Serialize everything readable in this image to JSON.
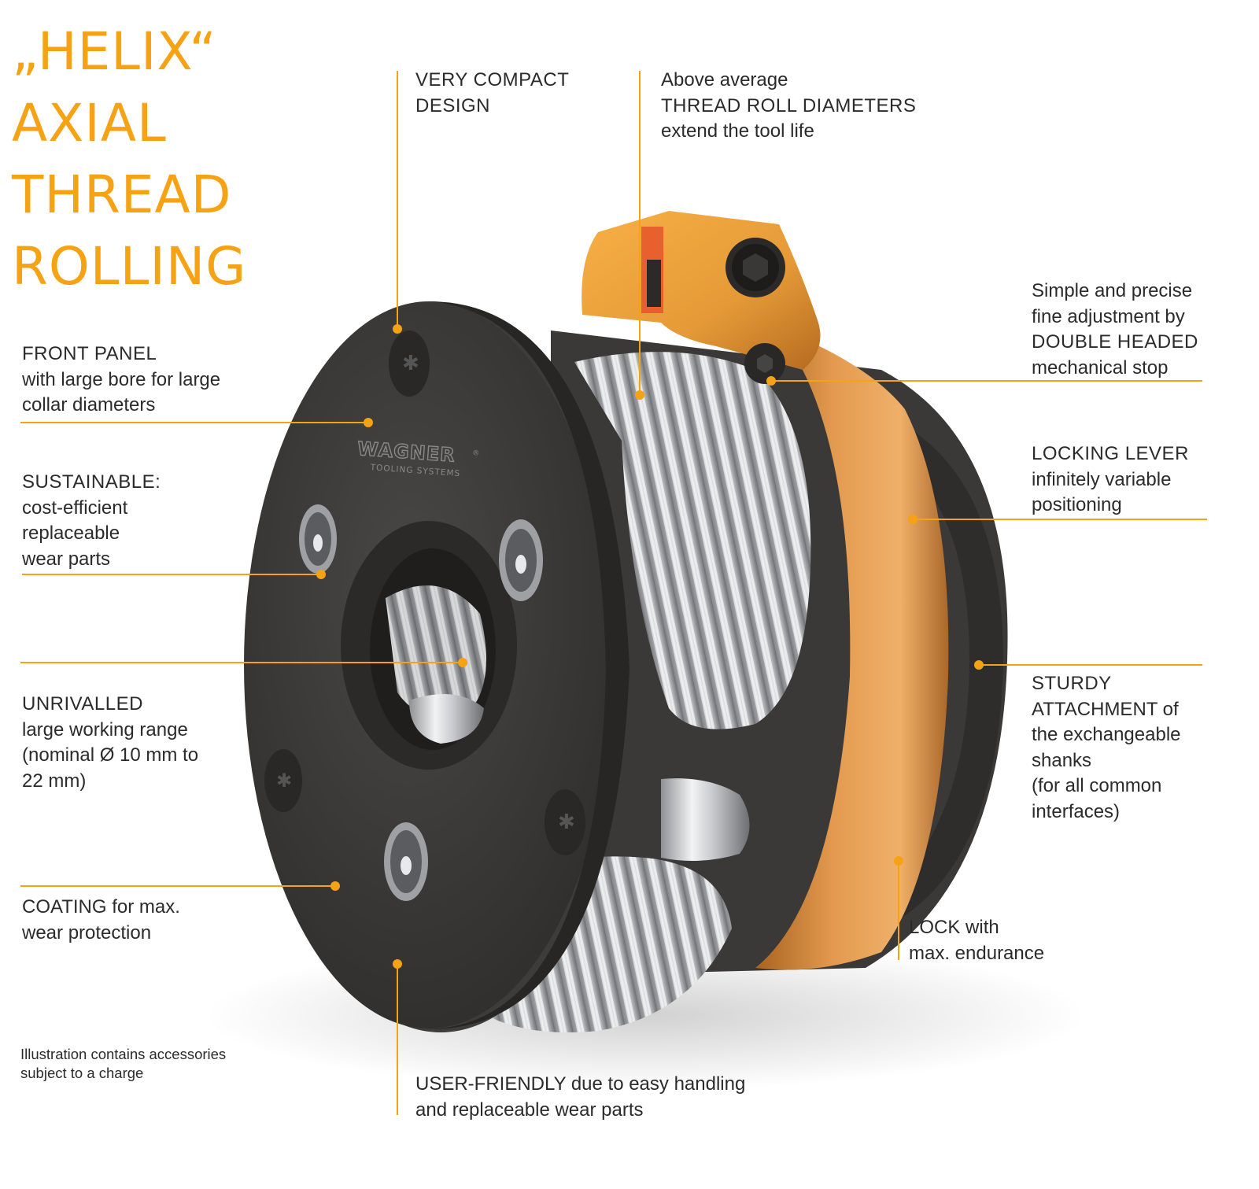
{
  "title": {
    "line1": "„HELIX“",
    "line2": "AXIAL",
    "line3": "THREAD",
    "line4": "ROLLING"
  },
  "brand": {
    "logo": "WAGNER",
    "logo_reg": "®",
    "tagline": "TOOLING SYSTEMS"
  },
  "callouts": {
    "compact": {
      "l1": "VERY COMPACT",
      "l2": "DESIGN"
    },
    "roll_diameters": {
      "l1": "Above average",
      "l2": "THREAD ROLL DIAMETERS",
      "l3": "extend the tool life"
    },
    "fine_adjust": {
      "l1": "Simple and precise",
      "l2": "fine adjustment by",
      "l3": "DOUBLE HEADED",
      "l4": "mechanical stop"
    },
    "front_panel": {
      "l1": "FRONT PANEL",
      "l2": "with large bore for large",
      "l3": "collar diameters"
    },
    "sustainable": {
      "l1": "SUSTAINABLE:",
      "l2": "cost-efficient",
      "l3": "replaceable",
      "l4": "wear parts"
    },
    "locking_lever": {
      "l1": "LOCKING LEVER",
      "l2": "infinitely variable",
      "l3": "positioning"
    },
    "unrivalled": {
      "l1": "UNRIVALLED",
      "l2": "large working range",
      "l3": "(nominal Ø 10 mm to",
      "l4": "22 mm)"
    },
    "sturdy": {
      "l1": "STURDY",
      "l2": "ATTACHMENT of",
      "l3": "the exchangeable",
      "l4": "shanks",
      "l5": "(for all common",
      "l6": "interfaces)"
    },
    "coating": {
      "l1": "COATING for max.",
      "l2": "wear protection"
    },
    "lock": {
      "l1": "LOCK with",
      "l2": "max. endurance"
    },
    "user_friendly": {
      "l1": "USER-FRIENDLY due to easy handling",
      "l2": "and replaceable wear parts"
    }
  },
  "note": {
    "l1": "Illustration contains accessories",
    "l2": "subject to a charge"
  },
  "colors": {
    "accent": "#f5a214",
    "text": "#2b2b2b",
    "body_dark": "#3d3b39",
    "bronze": "#c9853a"
  }
}
